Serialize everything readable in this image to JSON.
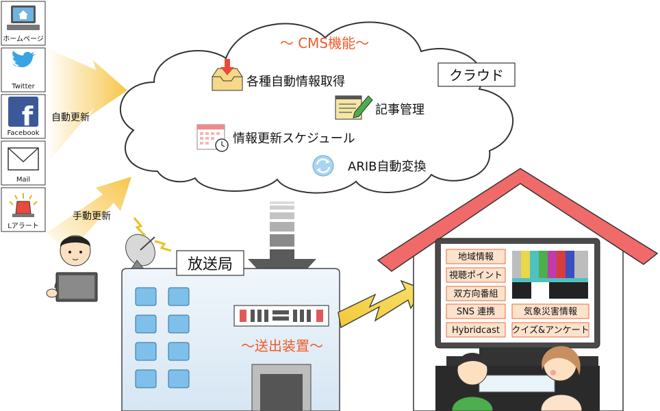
{
  "sources": [
    {
      "label": "ホームページ",
      "icon": "homepage-computer-icon"
    },
    {
      "label": "Twitter",
      "icon": "twitter-bird-icon"
    },
    {
      "label": "Facebook",
      "icon": "facebook-icon"
    },
    {
      "label": "Mail",
      "icon": "mail-envelope-icon"
    },
    {
      "label": "Lアラート",
      "icon": "alert-siren-icon"
    }
  ],
  "arrows": {
    "auto_update": "自動更新",
    "manual_update": "手動更新"
  },
  "cloud": {
    "title": "〜 CMS機能〜",
    "tag": "クラウド",
    "features": [
      {
        "label": "各種自動情報取得",
        "icon": "inbox-download-icon"
      },
      {
        "label": "記事管理",
        "icon": "notepad-pencil-icon"
      },
      {
        "label": "情報更新スケジュール",
        "icon": "calendar-clock-icon"
      },
      {
        "label": "ARIB自動変換",
        "icon": "refresh-cycle-icon"
      }
    ]
  },
  "station": {
    "label": "放送局",
    "device": "〜送出装置〜"
  },
  "home": {
    "services": [
      "地域情報",
      "視聴ポイント",
      "双方向番組",
      "SNS 連携",
      "気象災害情報",
      "Hybridcast",
      "クイズ&アンケート"
    ]
  },
  "colors": {
    "accent": "#f05a28",
    "roof": "#f06a6a",
    "service_box": "#fde2cc",
    "cloud_stroke": "#333333"
  }
}
